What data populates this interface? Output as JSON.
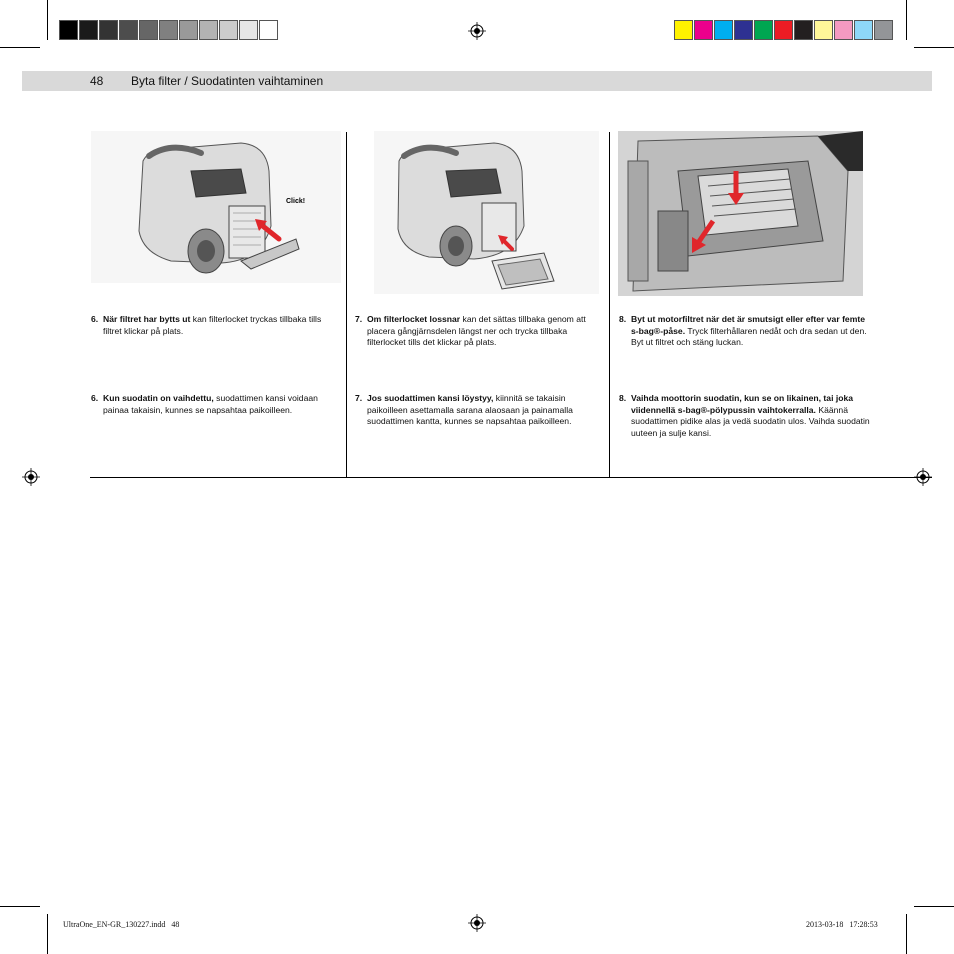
{
  "header": {
    "page_number": "48",
    "title": "Byta filter  /  Suodatinten vaihtaminen"
  },
  "colors": {
    "grayscale_swatches": [
      "#000000",
      "#1a1a1a",
      "#333333",
      "#4d4d4d",
      "#666666",
      "#808080",
      "#999999",
      "#b3b3b3",
      "#cccccc",
      "#e6e6e6",
      "#ffffff"
    ],
    "color_swatches": [
      "#fff200",
      "#ec008c",
      "#00aeef",
      "#2e3192",
      "#00a651",
      "#ed1c24",
      "#231f20",
      "#fff799",
      "#f49ac1",
      "#8ed8f8",
      "#939598"
    ],
    "header_bar": "#d9d9d9",
    "arrow": "#e0262b"
  },
  "figures": {
    "fig1_label": "Click!"
  },
  "steps": [
    {
      "number": "6.",
      "sv_bold": "När filtret har bytts ut",
      "sv_text": " kan filterlocket tryckas tillbaka tills filtret klickar på plats.",
      "fi_bold": "Kun suodatin on vaihdettu,",
      "fi_text": " suodattimen kansi voidaan painaa takaisin, kunnes se napsahtaa paikoilleen."
    },
    {
      "number": "7.",
      "sv_bold": "Om filterlocket lossnar",
      "sv_text": " kan det sättas tillbaka genom att placera gångjärnsdelen längst ner och trycka tillbaka filterlocket tills det klickar på plats.",
      "fi_bold": "Jos suodattimen kansi löystyy,",
      "fi_text": " kiinnitä se takaisin paikoilleen asettamalla sarana alaosaan ja painamalla suodattimen kantta, kunnes se napsahtaa paikoilleen."
    },
    {
      "number": "8.",
      "sv_bold": "Byt ut motorfiltret när det är smutsigt eller efter var femte s-bag®-påse.",
      "sv_text": " Tryck filterhållaren nedåt och dra sedan ut den. Byt ut filtret och stäng luckan.",
      "fi_bold": "Vaihda moottorin suodatin, kun se on likainen, tai joka viidennellä s-bag®-pölypussin vaihtokerralla.",
      "fi_text": " Käännä suodattimen pidike alas ja vedä suodatin ulos. Vaihda suodatin uuteen ja sulje kansi."
    }
  ],
  "footer": {
    "file": "UltraOne_EN-GR_130227.indd   48",
    "timestamp": "2013-03-18   17:28:53"
  }
}
